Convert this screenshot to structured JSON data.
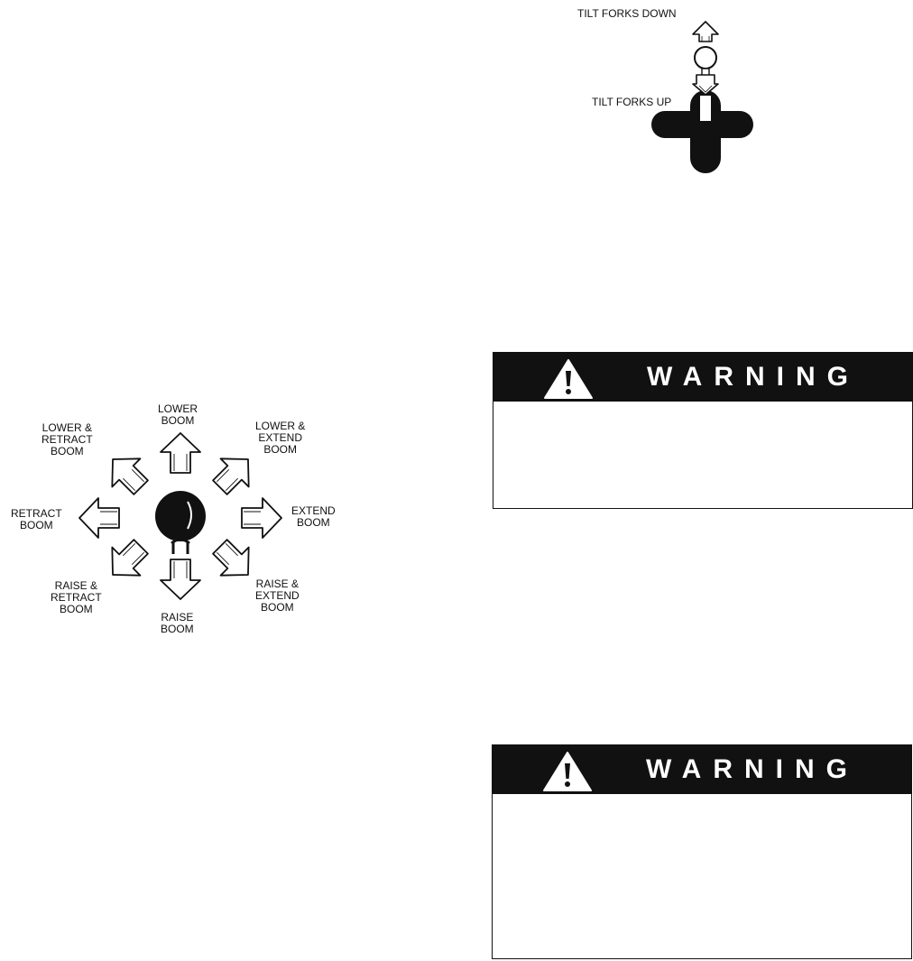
{
  "tilt_control": {
    "up_arrow_label": "TILT FORKS DOWN",
    "down_arrow_label": "TILT FORKS UP"
  },
  "boom_control": {
    "lower": [
      "LOWER",
      "BOOM"
    ],
    "lower_retract": [
      "LOWER &",
      "RETRACT",
      "BOOM"
    ],
    "lower_extend": [
      "LOWER &",
      "EXTEND",
      "BOOM"
    ],
    "retract": [
      "RETRACT",
      "BOOM"
    ],
    "extend": [
      "EXTEND",
      "BOOM"
    ],
    "raise_retract": [
      "RAISE &",
      "RETRACT",
      "BOOM"
    ],
    "raise_extend": [
      "RAISE &",
      "EXTEND",
      "BOOM"
    ],
    "raise": [
      "RAISE",
      "BOOM"
    ]
  },
  "warnings": [
    {
      "title": "WARNING",
      "icon": "warning-triangle-icon"
    },
    {
      "title": "WARNING",
      "icon": "warning-triangle-icon"
    }
  ]
}
